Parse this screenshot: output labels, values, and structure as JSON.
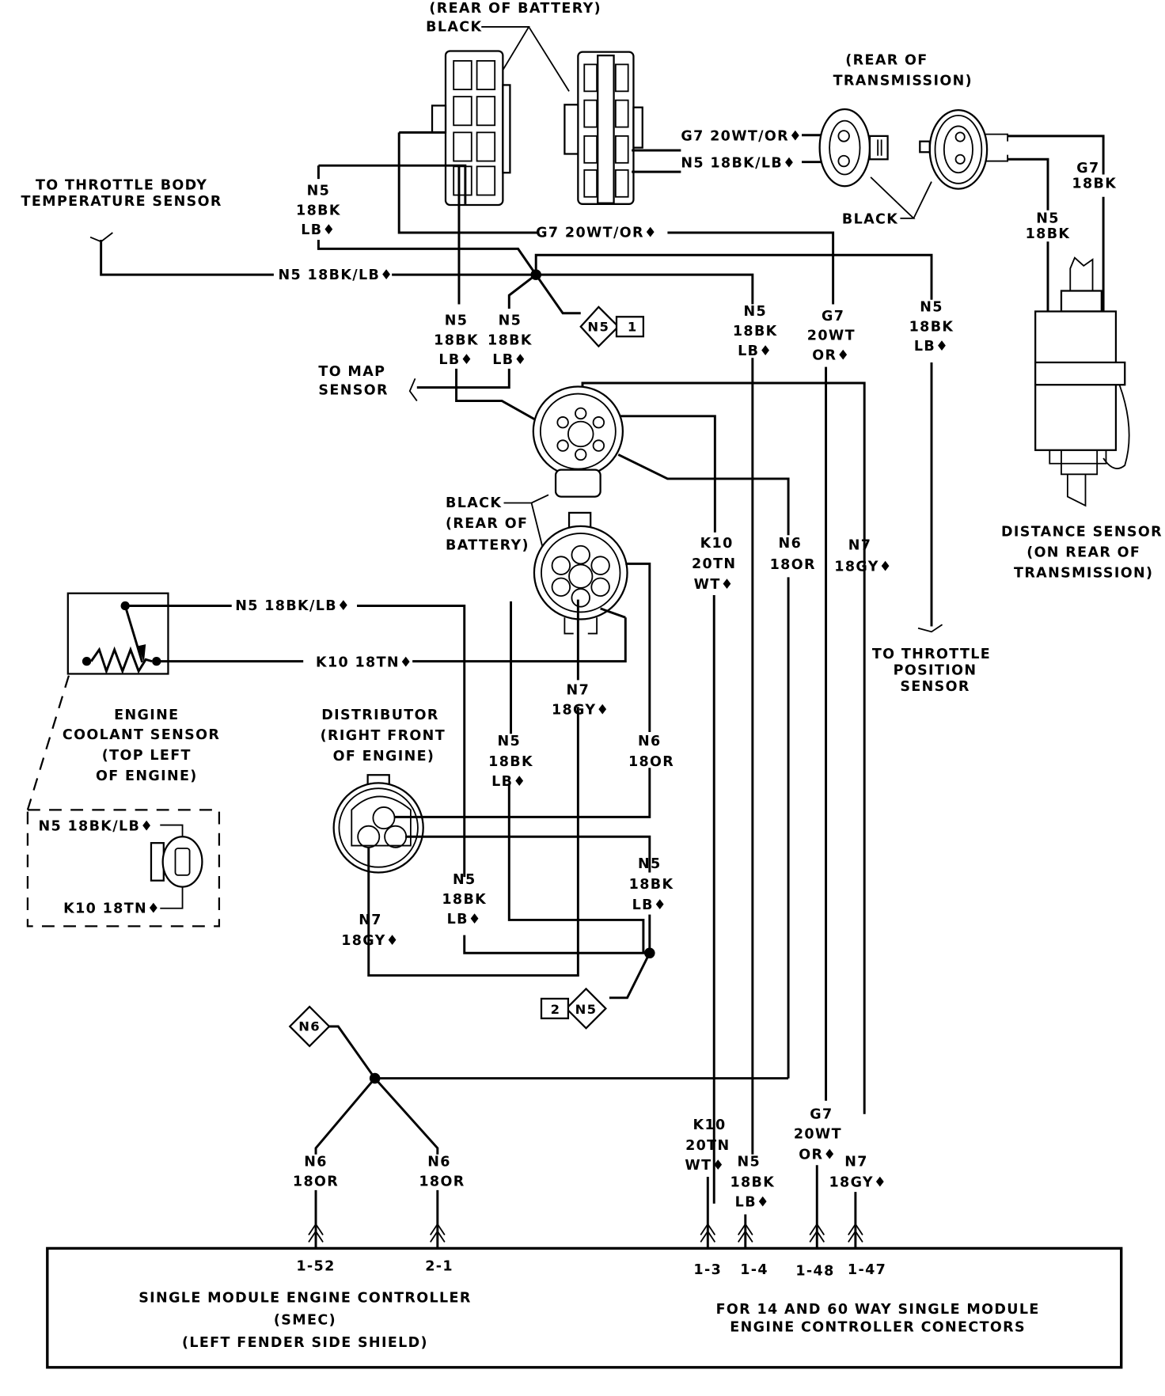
{
  "title": "Single Module Engine Controller sensor wiring diagram",
  "components": {
    "battery_connectors": {
      "caption": "(REAR OF BATTERY)",
      "color_label": "BLACK"
    },
    "transmission_connectors": {
      "caption_line1": "(REAR OF",
      "caption_line2": "TRANSMISSION)",
      "color_label": "BLACK"
    },
    "distance_sensor": {
      "line1": "DISTANCE SENSOR",
      "line2": "(ON REAR OF",
      "line3": "TRANSMISSION)"
    },
    "throttle_body_temp": {
      "line1": "TO THROTTLE BODY",
      "line2": "TEMPERATURE SENSOR"
    },
    "map_sensor": {
      "line1": "TO MAP",
      "line2": "SENSOR"
    },
    "battery_connector_mid": {
      "line1": "BLACK",
      "line2": "(REAR OF",
      "line3": "BATTERY)"
    },
    "throttle_position": {
      "line1": "TO THROTTLE",
      "line2": "POSITION",
      "line3": "SENSOR"
    },
    "coolant_sensor": {
      "line1": "ENGINE",
      "line2": "COOLANT SENSOR",
      "line3": "(TOP LEFT",
      "line4": "OF ENGINE)"
    },
    "coolant_detail": {
      "wire_top": "N5 18BK/LB♦",
      "wire_bottom": "K10 18TN♦"
    },
    "distributor": {
      "line1": "DISTRIBUTOR",
      "line2": "(RIGHT FRONT",
      "line3": "OF ENGINE)"
    },
    "smec": {
      "line1": "SINGLE MODULE ENGINE CONTROLLER",
      "line2": "(SMEC)",
      "line3": "(LEFT FENDER SIDE SHIELD)",
      "note1": "FOR 14 AND 60 WAY SINGLE MODULE",
      "note2": "ENGINE CONTROLLER CONECTORS"
    }
  },
  "splices": {
    "n5_1": {
      "code": "N5",
      "num": "1"
    },
    "n5_2": {
      "code": "N5",
      "num": "2"
    },
    "n6": {
      "code": "N6"
    }
  },
  "wire_labels": {
    "g7_conn_top": "G7 20WT/OR♦",
    "n5_conn_top": "N5 18BK/LB♦",
    "g7_mid": "G7 20WT/OR♦",
    "n5_tbts": "N5 18BK/LB♦",
    "n5_left_a": [
      "N5",
      "18BK",
      "LB♦"
    ],
    "n5_map_a": [
      "N5",
      "18BK",
      "LB♦"
    ],
    "n5_map_b": [
      "N5",
      "18BK",
      "LB♦"
    ],
    "n5_center": [
      "N5",
      "18BK",
      "LB♦"
    ],
    "g7_center": [
      "G7",
      "20WT",
      "OR♦"
    ],
    "n5_tps": [
      "N5",
      "18BK",
      "LB♦"
    ],
    "n5_dist_sensor": [
      "N5",
      "18BK"
    ],
    "g7_dist_sensor": [
      "G7",
      "18BK"
    ],
    "k10_mid": [
      "K10",
      "20TN",
      "WT♦"
    ],
    "n6_mid": [
      "N6",
      "18OR"
    ],
    "n7_mid": [
      "N7",
      "18GY♦"
    ],
    "n5_coolant": "N5 18BK/LB♦",
    "k10_coolant": "K10 18TN♦",
    "n7_conn": [
      "N7",
      "18GY♦"
    ],
    "n5_dist_a": [
      "N5",
      "18BK",
      "LB♦"
    ],
    "n6_dist": [
      "N6",
      "18OR"
    ],
    "n5_dist_b": [
      "N5",
      "18BK",
      "LB♦"
    ],
    "n5_dist_c": [
      "N5",
      "18BK",
      "LB♦"
    ],
    "n7_dist": [
      "N7",
      "18GY♦"
    ],
    "n6_smec_a": [
      "N6",
      "18OR"
    ],
    "n6_smec_b": [
      "N6",
      "18OR"
    ],
    "k10_smec": [
      "K10",
      "20TN",
      "WT♦"
    ],
    "n5_smec": [
      "N5",
      "18BK",
      "LB♦"
    ],
    "g7_smec": [
      "G7",
      "20WT",
      "OR♦"
    ],
    "n7_smec": [
      "N7",
      "18GY♦"
    ]
  },
  "pins": [
    "1-52",
    "2-1",
    "1-3",
    "1-4",
    "1-48",
    "1-47"
  ]
}
